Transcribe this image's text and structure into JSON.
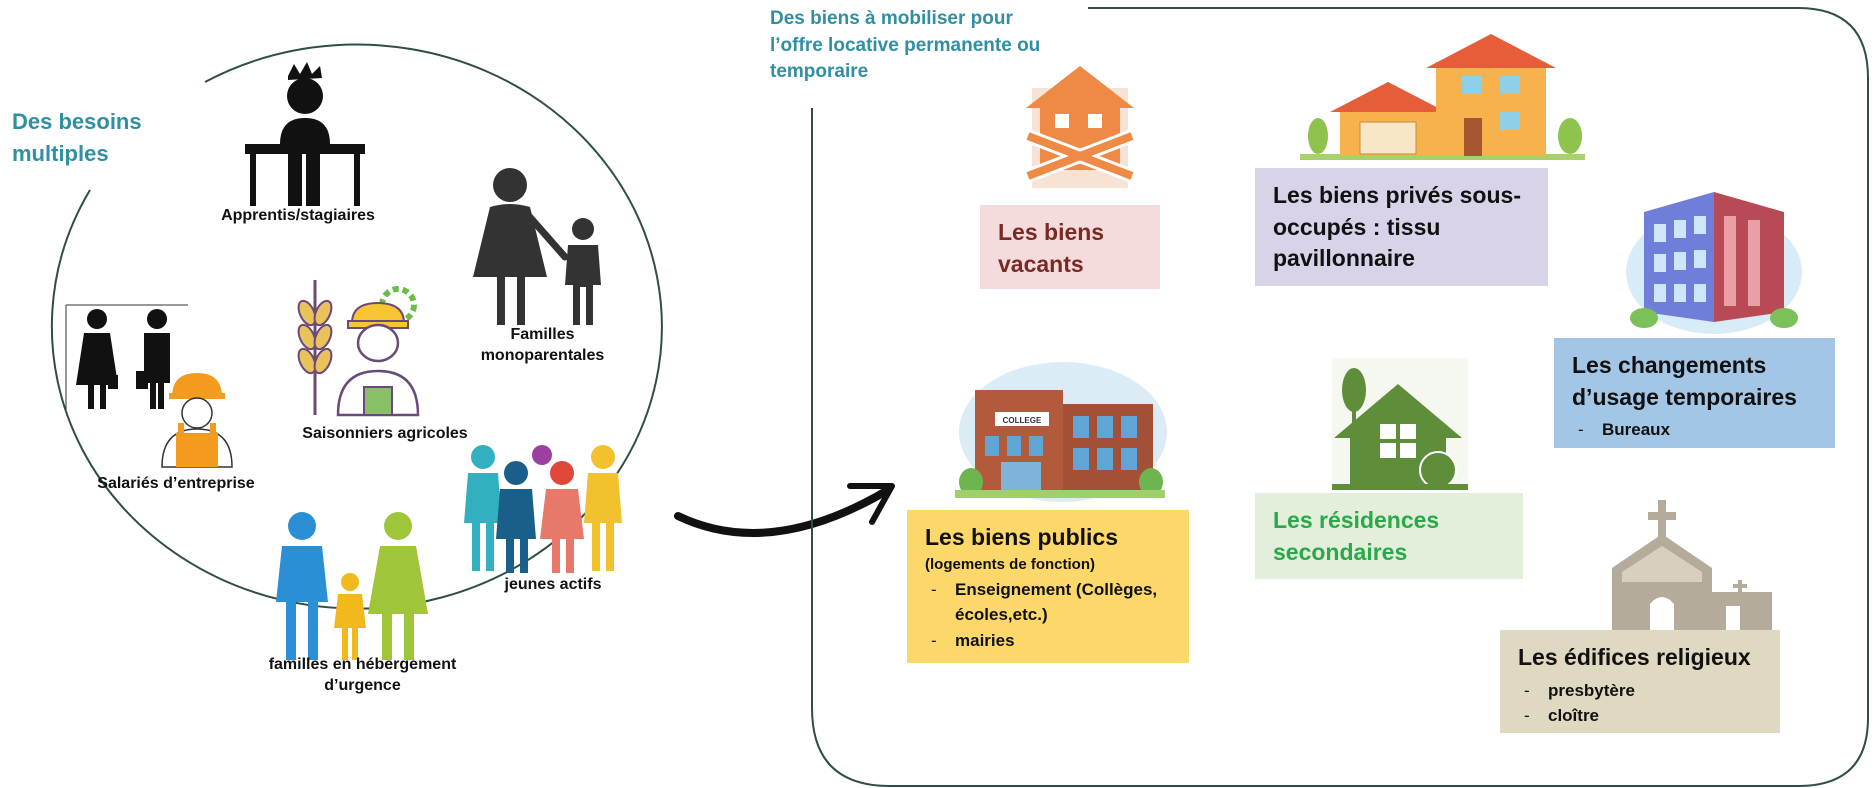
{
  "left": {
    "title": "Des besoins multiples",
    "groups": {
      "apprentis": "Apprentis/stagiaires",
      "familles_mono": "Familles monoparentales",
      "saisonniers": "Saisonniers agricoles",
      "salaries": "Salariés d’entreprise",
      "jeunes": "jeunes actifs",
      "urgence": "familles en hébergement d’urgence"
    }
  },
  "right": {
    "title": "Des biens à mobiliser pour l’offre locative permanente ou temporaire",
    "boxes": {
      "vacants": {
        "title": "Les biens vacants",
        "color": "#f4dcdc",
        "text_color": "#7a2a25"
      },
      "prives": {
        "title": "Les biens privés sous-occupés : tissu pavillonnaire",
        "color": "#d9d3ea",
        "text_color": "#111111"
      },
      "changements": {
        "title": "Les changements d’usage temporaires",
        "items": [
          "Bureaux"
        ],
        "color": "#a4c6e6",
        "text_color": "#111111"
      },
      "publics": {
        "title": "Les biens publics",
        "subtitle": "(logements de fonction)",
        "items": [
          "Enseignement (Collèges, écoles,etc.)",
          "mairies"
        ],
        "color": "#fcd86a",
        "text_color": "#111111"
      },
      "secondaires": {
        "title": "Les résidences secondaires",
        "color": "#e3efdb",
        "text_color": "#2aa84a"
      },
      "religieux": {
        "title": "Les édifices religieux",
        "items": [
          "presbytère",
          "cloître"
        ],
        "color": "#dfd9c1",
        "text_color": "#111111"
      }
    },
    "school_sign": "COLLEGE"
  },
  "colors": {
    "teal": "#2f8fa3",
    "line": "#2f4f45",
    "arrow": "#111111"
  }
}
